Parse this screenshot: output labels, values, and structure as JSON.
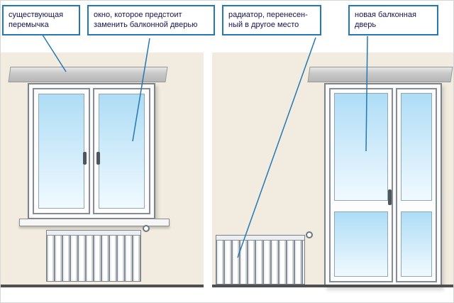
{
  "callouts": {
    "lintel": "существующая перемычка",
    "window": "окно, которое предстоит заменить балконной дверью",
    "radiator": "радиатор, перенесен-ный в другое место",
    "door": "новая балконная дверь"
  },
  "colors": {
    "accent_blue": "#2478b5",
    "wall": "#f1ecdf",
    "lintel_gray": "#c9c9c9",
    "glass_blue": "#aeddf6",
    "floor_dark": "#4f4f4f",
    "text_dark": "#15154d"
  }
}
